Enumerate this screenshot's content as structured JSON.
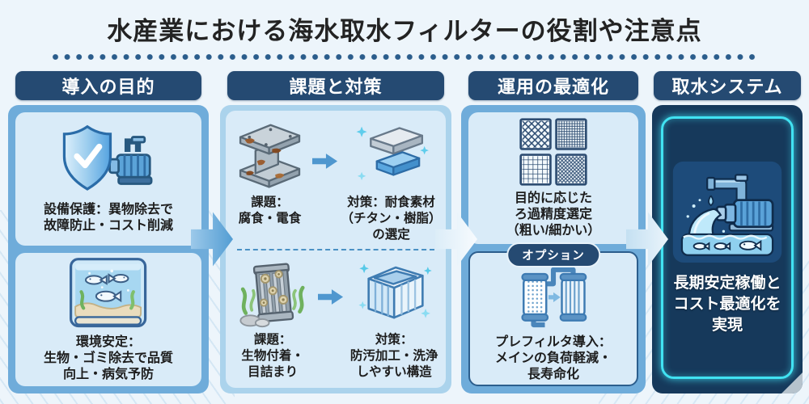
{
  "title": "水産業における海水取水フィルターの役割や注意点",
  "colors": {
    "navy_header": "#254a72",
    "panel_blue": "#6facda",
    "panel_light_blue": "#abd3ec",
    "card_blue": "#d9ebf8",
    "dark_panel": "#16395b",
    "glow_cyan": "#41e2f2",
    "dashed_line": "#4a90c4",
    "dot_divider": "#2b5d8c",
    "arrow_blue": "#5ea6d9"
  },
  "columns": [
    {
      "id": "purpose",
      "header": "導入の目的",
      "cards": [
        {
          "icon": "shield-pump-icon",
          "text": "設備保護：異物除去で\n故障防止・コスト削減"
        },
        {
          "icon": "aquarium-fish-icon",
          "text": "環境安定：\n生物・ゴミ除去で品質\n向上・病気予防"
        }
      ]
    },
    {
      "id": "issues-countermeasures",
      "header": "課題と対策",
      "rows": [
        {
          "problem": {
            "icon": "rusty-beam-icon",
            "label": "課題：\n腐食・電食"
          },
          "solution": {
            "icon": "corrosion-resistant-material-icon",
            "label": "対策：耐食素材\n（チタン・樹脂）\nの選定"
          }
        },
        {
          "problem": {
            "icon": "fouled-filter-icon",
            "label": "課題：\n生物付着・\n目詰まり"
          },
          "solution": {
            "icon": "easy-clean-filter-icon",
            "label": "対策：\n防汚加工・洗浄\nしやすい構造"
          }
        }
      ]
    },
    {
      "id": "optimization",
      "header": "運用の最適化",
      "cards": [
        {
          "icon": "mesh-grid-icon",
          "text": "目的に応じた\nろ過精度選定\n（粗い/細かい）"
        },
        {
          "badge": "オプション",
          "icon": "prefilter-system-icon",
          "text": "プレフィルタ導入：\nメインの負荷軽減・\n長寿命化"
        }
      ]
    },
    {
      "id": "intake-system",
      "header": "取水システム",
      "result": {
        "icon": "intake-pump-icon",
        "text": "長期安定稼働と\nコスト最適化を\n実現"
      }
    }
  ]
}
